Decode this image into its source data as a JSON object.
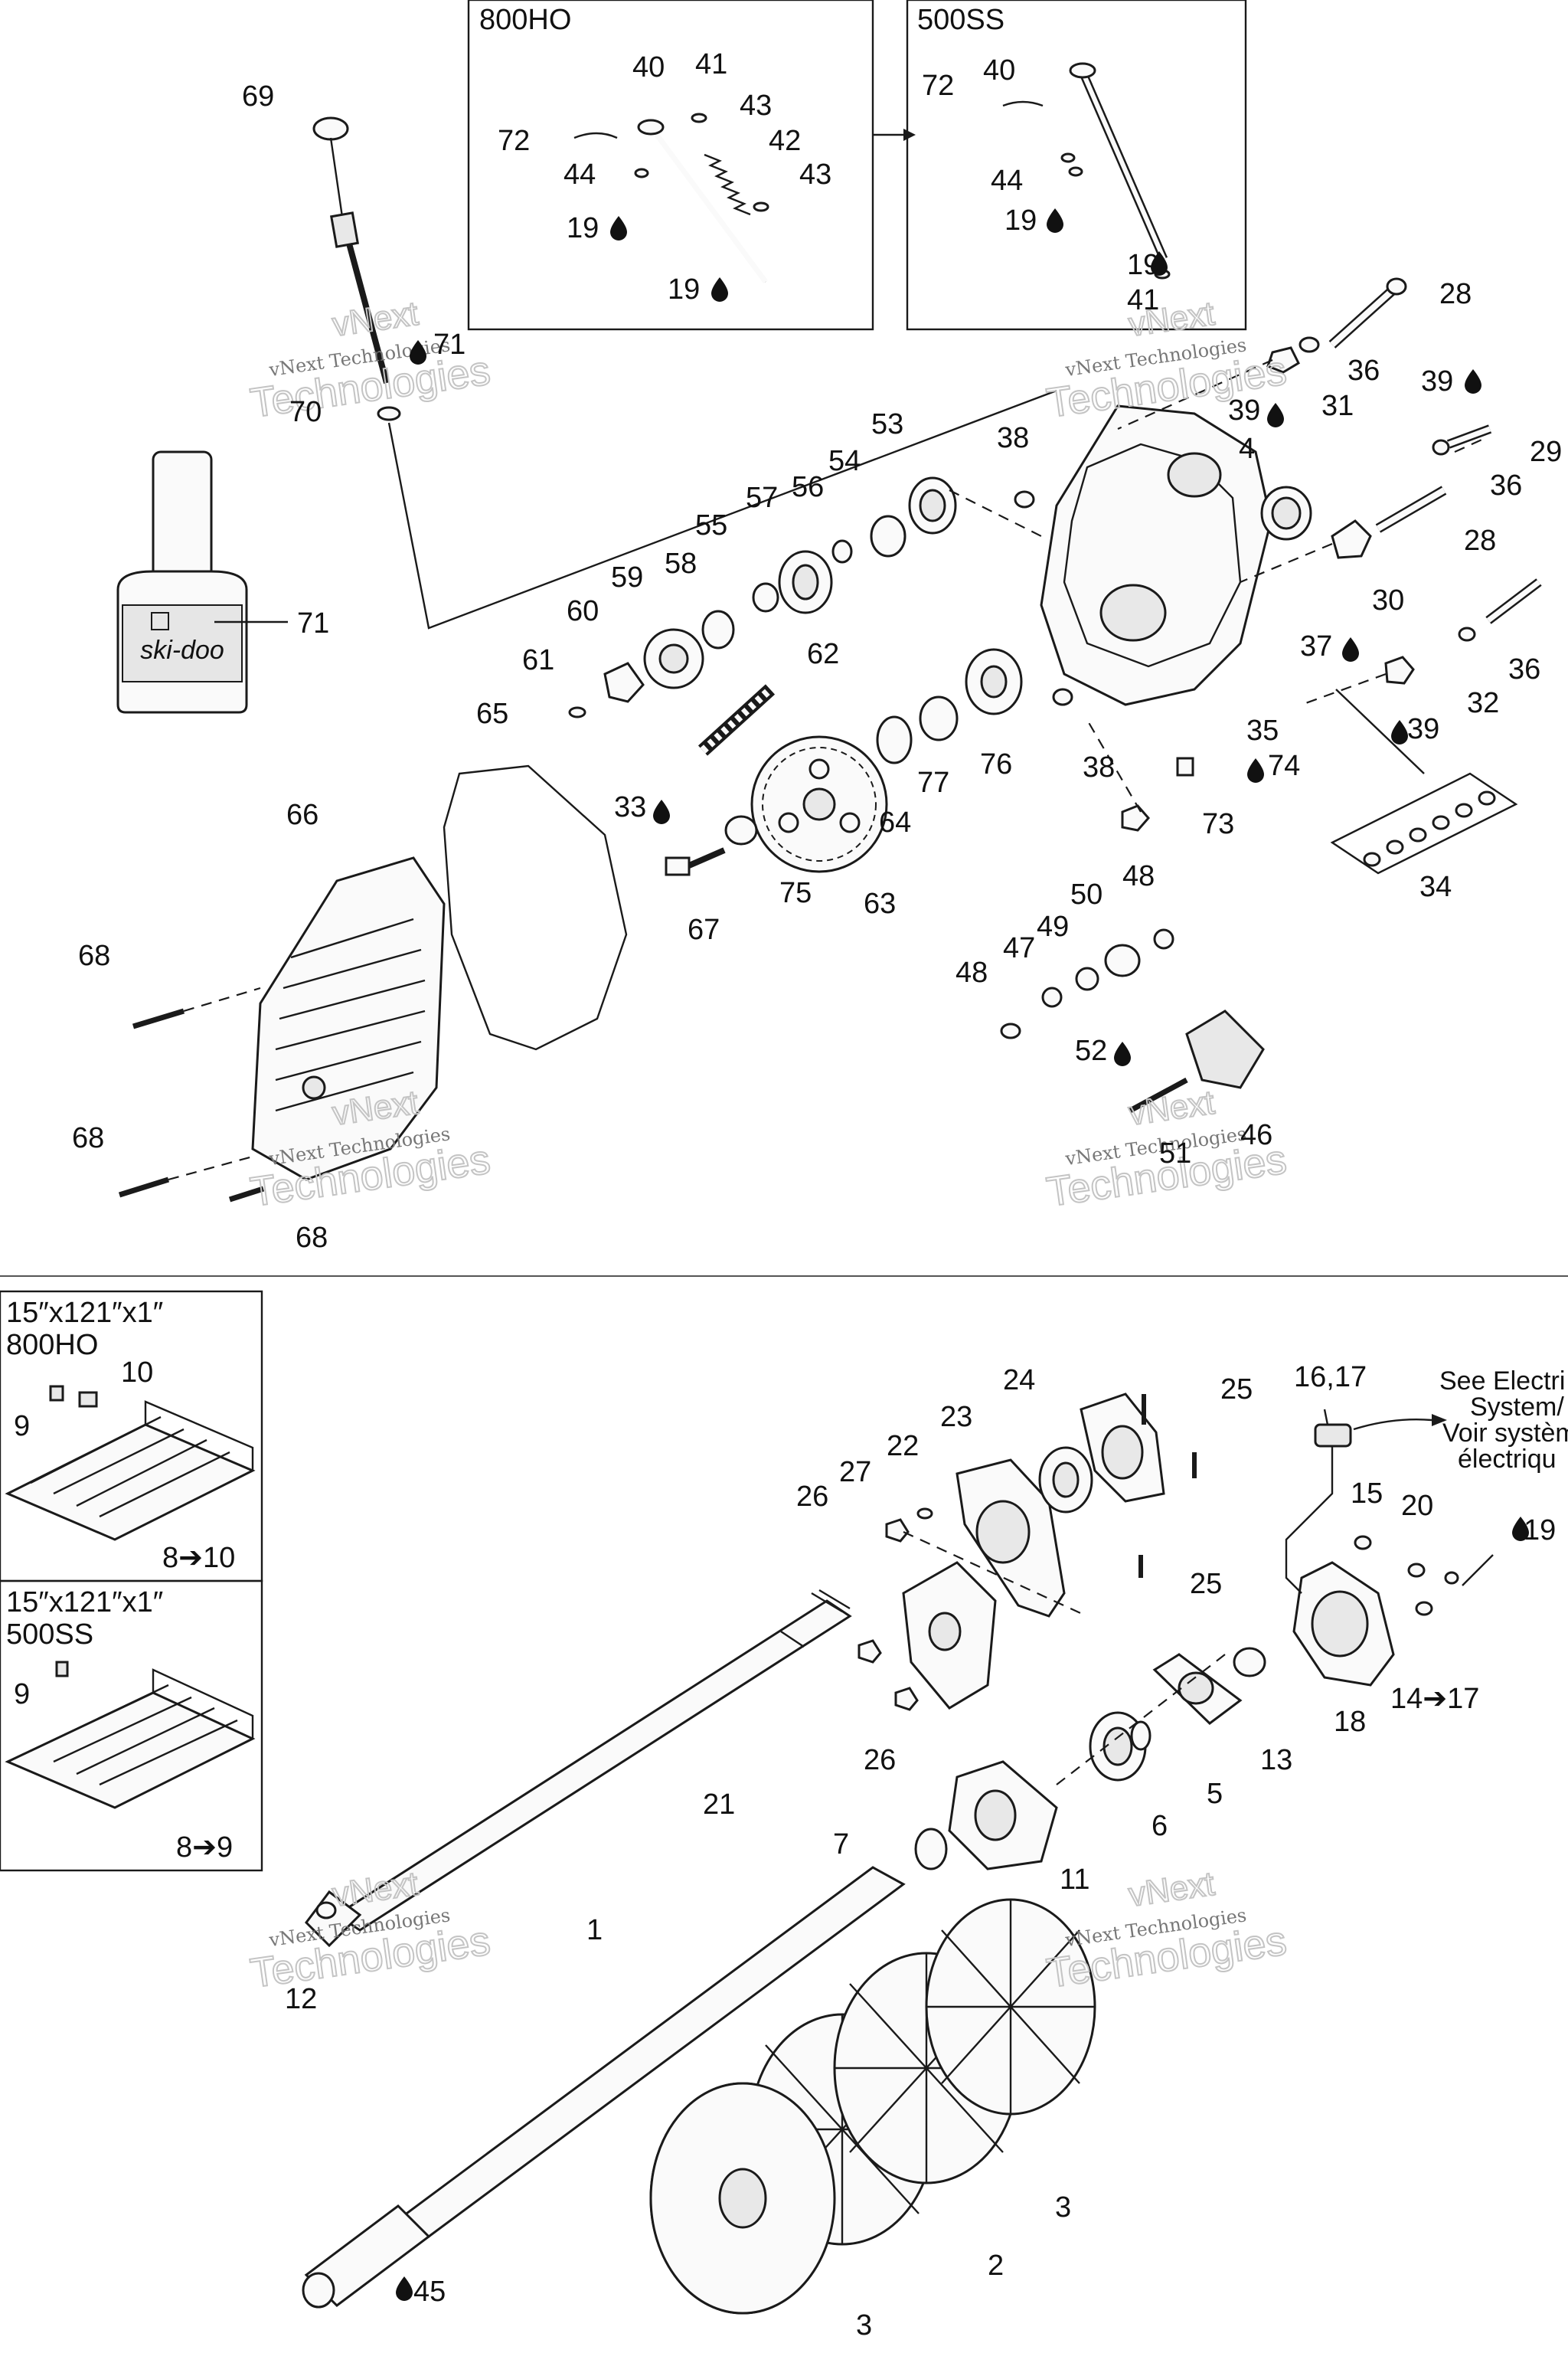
{
  "kits": {
    "box1_title": "800HO",
    "box2_title": "500SS"
  },
  "tracks": {
    "track1_spec": "15″x121″x1″",
    "track1_model": "800HO",
    "track1_range": "8➔10",
    "track2_spec": "15″x121″x1″",
    "track2_model": "500SS",
    "track2_range": "8➔9"
  },
  "bottle": {
    "brand": "ski-doo"
  },
  "note": {
    "line1": "See Electri",
    "line2": "System/",
    "line3": "Voir systèm",
    "line4": "électriqu"
  },
  "watermark": {
    "line1": "vNext",
    "line2": "vNext Technologies",
    "line3": "Technologies"
  },
  "callouts": [
    {
      "id": "c69",
      "text": "69"
    },
    {
      "id": "c71a",
      "text": "71"
    },
    {
      "id": "c70",
      "text": "70"
    },
    {
      "id": "c71b",
      "text": "71"
    },
    {
      "id": "c40a",
      "text": "40"
    },
    {
      "id": "c41a",
      "text": "41"
    },
    {
      "id": "c43a",
      "text": "43"
    },
    {
      "id": "c42",
      "text": "42"
    },
    {
      "id": "c43b",
      "text": "43"
    },
    {
      "id": "c72a",
      "text": "72"
    },
    {
      "id": "c44a",
      "text": "44"
    },
    {
      "id": "c19a",
      "text": "19"
    },
    {
      "id": "c19b",
      "text": "19"
    },
    {
      "id": "c72b",
      "text": "72"
    },
    {
      "id": "c40b",
      "text": "40"
    },
    {
      "id": "c44b",
      "text": "44"
    },
    {
      "id": "c19c",
      "text": "19"
    },
    {
      "id": "c19d",
      "text": "19"
    },
    {
      "id": "c41b",
      "text": "41"
    },
    {
      "id": "c28a",
      "text": "28"
    },
    {
      "id": "c36a",
      "text": "36"
    },
    {
      "id": "c31",
      "text": "31"
    },
    {
      "id": "c39a",
      "text": "39"
    },
    {
      "id": "c39b",
      "text": "39"
    },
    {
      "id": "c29",
      "text": "29"
    },
    {
      "id": "c4",
      "text": "4"
    },
    {
      "id": "c36b",
      "text": "36"
    },
    {
      "id": "c28b",
      "text": "28"
    },
    {
      "id": "c30",
      "text": "30"
    },
    {
      "id": "c37",
      "text": "37"
    },
    {
      "id": "c36c",
      "text": "36"
    },
    {
      "id": "c32",
      "text": "32"
    },
    {
      "id": "c39c",
      "text": "39"
    },
    {
      "id": "c35",
      "text": "35"
    },
    {
      "id": "c74",
      "text": "74"
    },
    {
      "id": "c73",
      "text": "73"
    },
    {
      "id": "c34",
      "text": "34"
    },
    {
      "id": "c53",
      "text": "53"
    },
    {
      "id": "c38a",
      "text": "38"
    },
    {
      "id": "c54",
      "text": "54"
    },
    {
      "id": "c57",
      "text": "57"
    },
    {
      "id": "c56",
      "text": "56"
    },
    {
      "id": "c55",
      "text": "55"
    },
    {
      "id": "c59",
      "text": "59"
    },
    {
      "id": "c58",
      "text": "58"
    },
    {
      "id": "c60",
      "text": "60"
    },
    {
      "id": "c61",
      "text": "61"
    },
    {
      "id": "c62",
      "text": "62"
    },
    {
      "id": "c65",
      "text": "65"
    },
    {
      "id": "c76",
      "text": "76"
    },
    {
      "id": "c38b",
      "text": "38"
    },
    {
      "id": "c77",
      "text": "77"
    },
    {
      "id": "c64",
      "text": "64"
    },
    {
      "id": "c63",
      "text": "63"
    },
    {
      "id": "c75",
      "text": "75"
    },
    {
      "id": "c67",
      "text": "67"
    },
    {
      "id": "c33",
      "text": "33"
    },
    {
      "id": "c66",
      "text": "66"
    },
    {
      "id": "c68a",
      "text": "68"
    },
    {
      "id": "c68b",
      "text": "68"
    },
    {
      "id": "c68c",
      "text": "68"
    },
    {
      "id": "c48a",
      "text": "48"
    },
    {
      "id": "c50",
      "text": "50"
    },
    {
      "id": "c49",
      "text": "49"
    },
    {
      "id": "c47",
      "text": "47"
    },
    {
      "id": "c48b",
      "text": "48"
    },
    {
      "id": "c52",
      "text": "52"
    },
    {
      "id": "c46",
      "text": "46"
    },
    {
      "id": "c51",
      "text": "51"
    },
    {
      "id": "c10",
      "text": "10"
    },
    {
      "id": "c9a",
      "text": "9"
    },
    {
      "id": "c9b",
      "text": "9"
    },
    {
      "id": "c24",
      "text": "24"
    },
    {
      "id": "c25a",
      "text": "25"
    },
    {
      "id": "c23",
      "text": "23"
    },
    {
      "id": "c22",
      "text": "22"
    },
    {
      "id": "c27",
      "text": "27"
    },
    {
      "id": "c26a",
      "text": "26"
    },
    {
      "id": "c25b",
      "text": "25"
    },
    {
      "id": "c1617",
      "text": "16,17"
    },
    {
      "id": "c15",
      "text": "15"
    },
    {
      "id": "c20",
      "text": "20"
    },
    {
      "id": "c19e",
      "text": "19"
    },
    {
      "id": "c18",
      "text": "18"
    },
    {
      "id": "c1417",
      "text": "14➔17"
    },
    {
      "id": "c13",
      "text": "13"
    },
    {
      "id": "c5",
      "text": "5"
    },
    {
      "id": "c6",
      "text": "6"
    },
    {
      "id": "c26b",
      "text": "26"
    },
    {
      "id": "c21",
      "text": "21"
    },
    {
      "id": "c7",
      "text": "7"
    },
    {
      "id": "c11",
      "text": "11"
    },
    {
      "id": "c12",
      "text": "12"
    },
    {
      "id": "c1",
      "text": "1"
    },
    {
      "id": "c3a",
      "text": "3"
    },
    {
      "id": "c2",
      "text": "2"
    },
    {
      "id": "c3b",
      "text": "3"
    },
    {
      "id": "c45",
      "text": "45"
    }
  ],
  "colors": {
    "line": "#1a1a1a",
    "fill": "#fafafa",
    "watermark": "#c4c4c4"
  }
}
